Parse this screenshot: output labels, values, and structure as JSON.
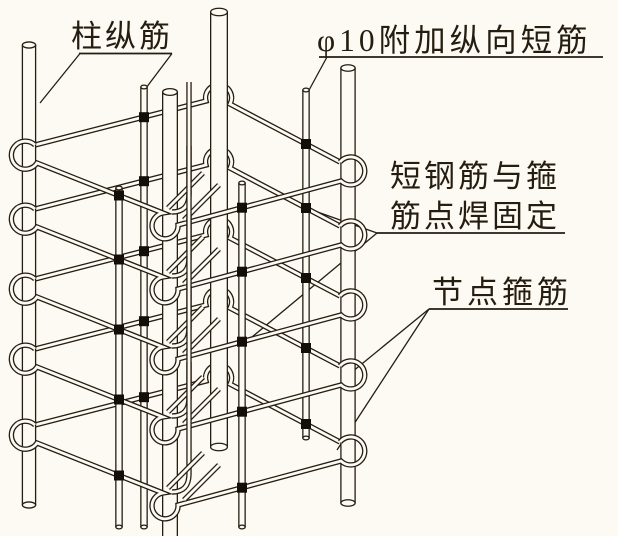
{
  "diagram": {
    "labels": {
      "column_longitudinal_bars": "柱纵筋",
      "additional_short_bars": "φ10附加纵向短筋",
      "spot_weld_line1": "短钢筋与箍",
      "spot_weld_line2": "筋点焊固定",
      "joint_stirrups": "节点箍筋"
    },
    "colors": {
      "line": "#261d11",
      "background": "#fcfaf3",
      "weld": "#140e08"
    }
  }
}
